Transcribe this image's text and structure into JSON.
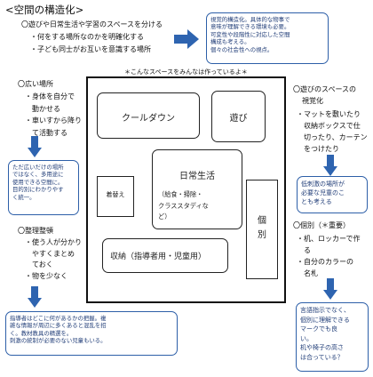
{
  "title": "<空間の構造化>",
  "top_section": {
    "heading": "〇遊びや日常生活や学習のスペースを分ける",
    "bullets": [
      "・何をする場所なのかを明確化する",
      "・子ども同士がお互いを意識する場所"
    ]
  },
  "top_bubble": {
    "lines": [
      "視覚的構造化。具体的な物事で",
      "意味が理解できる環境も必要。",
      "可変性や段階性に対応した空間",
      "構成も考える。",
      "個々の社会性への視点。"
    ]
  },
  "center_note": "＊こんなスペースをみんなは作っているよ＊",
  "left_section_1": {
    "heading": "〇広い場所",
    "lines": [
      "・身体を自分で",
      "　動かせる",
      "・車いすから降り",
      "　て活動する"
    ]
  },
  "left_bubble_1": {
    "lines": [
      "ただ広いだけの場所",
      "ではなく、多用途に",
      "使用できる空間に。",
      "目的別にわかりやす",
      "く統一。"
    ]
  },
  "left_section_2": {
    "heading": "〇整理整頓",
    "lines": [
      "・使う人が分かり",
      "　やすくまとめ",
      "　ておく",
      "・物を少なく"
    ]
  },
  "bottom_bubble": {
    "lines": [
      "指導者はどこに何があるかの把握。複",
      "雑な情報が周辺に多くあると混乱を招",
      "く。教材教具の精選を。",
      "刺激の統制が必要のない児童もいる。"
    ]
  },
  "rooms": {
    "cooldown": "クールダウン",
    "play": "遊び",
    "daily_title": "日常生活",
    "daily_sub": [
      "（給食・掃除・",
      "クラススタディな",
      "ど）"
    ],
    "changing": "着替え",
    "individual": [
      "個",
      "別"
    ],
    "storage": "収納（指導者用・児童用）"
  },
  "right_section_1": {
    "heading": [
      "〇遊びのスペースの",
      "視覚化"
    ],
    "lines": [
      "・マットを敷いたり",
      "　収納ボックスで仕",
      "　切ったり、カーテン",
      "　をつけたり"
    ]
  },
  "right_bubble_1": {
    "lines": [
      "低刺激の場所が",
      "必要な児童のこ",
      "とも考える"
    ]
  },
  "right_section_2": {
    "heading": "〇個別（＊重要）",
    "lines": [
      "・机、ロッカーで作",
      "　る",
      "・自分のカラーの",
      "　名札"
    ]
  },
  "right_bubble_2": {
    "lines": [
      "言語指示でなく、",
      "個別に理解できる",
      "マークでも良",
      "い。",
      "机や椅子の高さ",
      "は合っている？"
    ]
  },
  "colors": {
    "arrow": "#2e64b0",
    "bubble_border": "#2d5fa8",
    "bubble_text": "#24407a"
  }
}
